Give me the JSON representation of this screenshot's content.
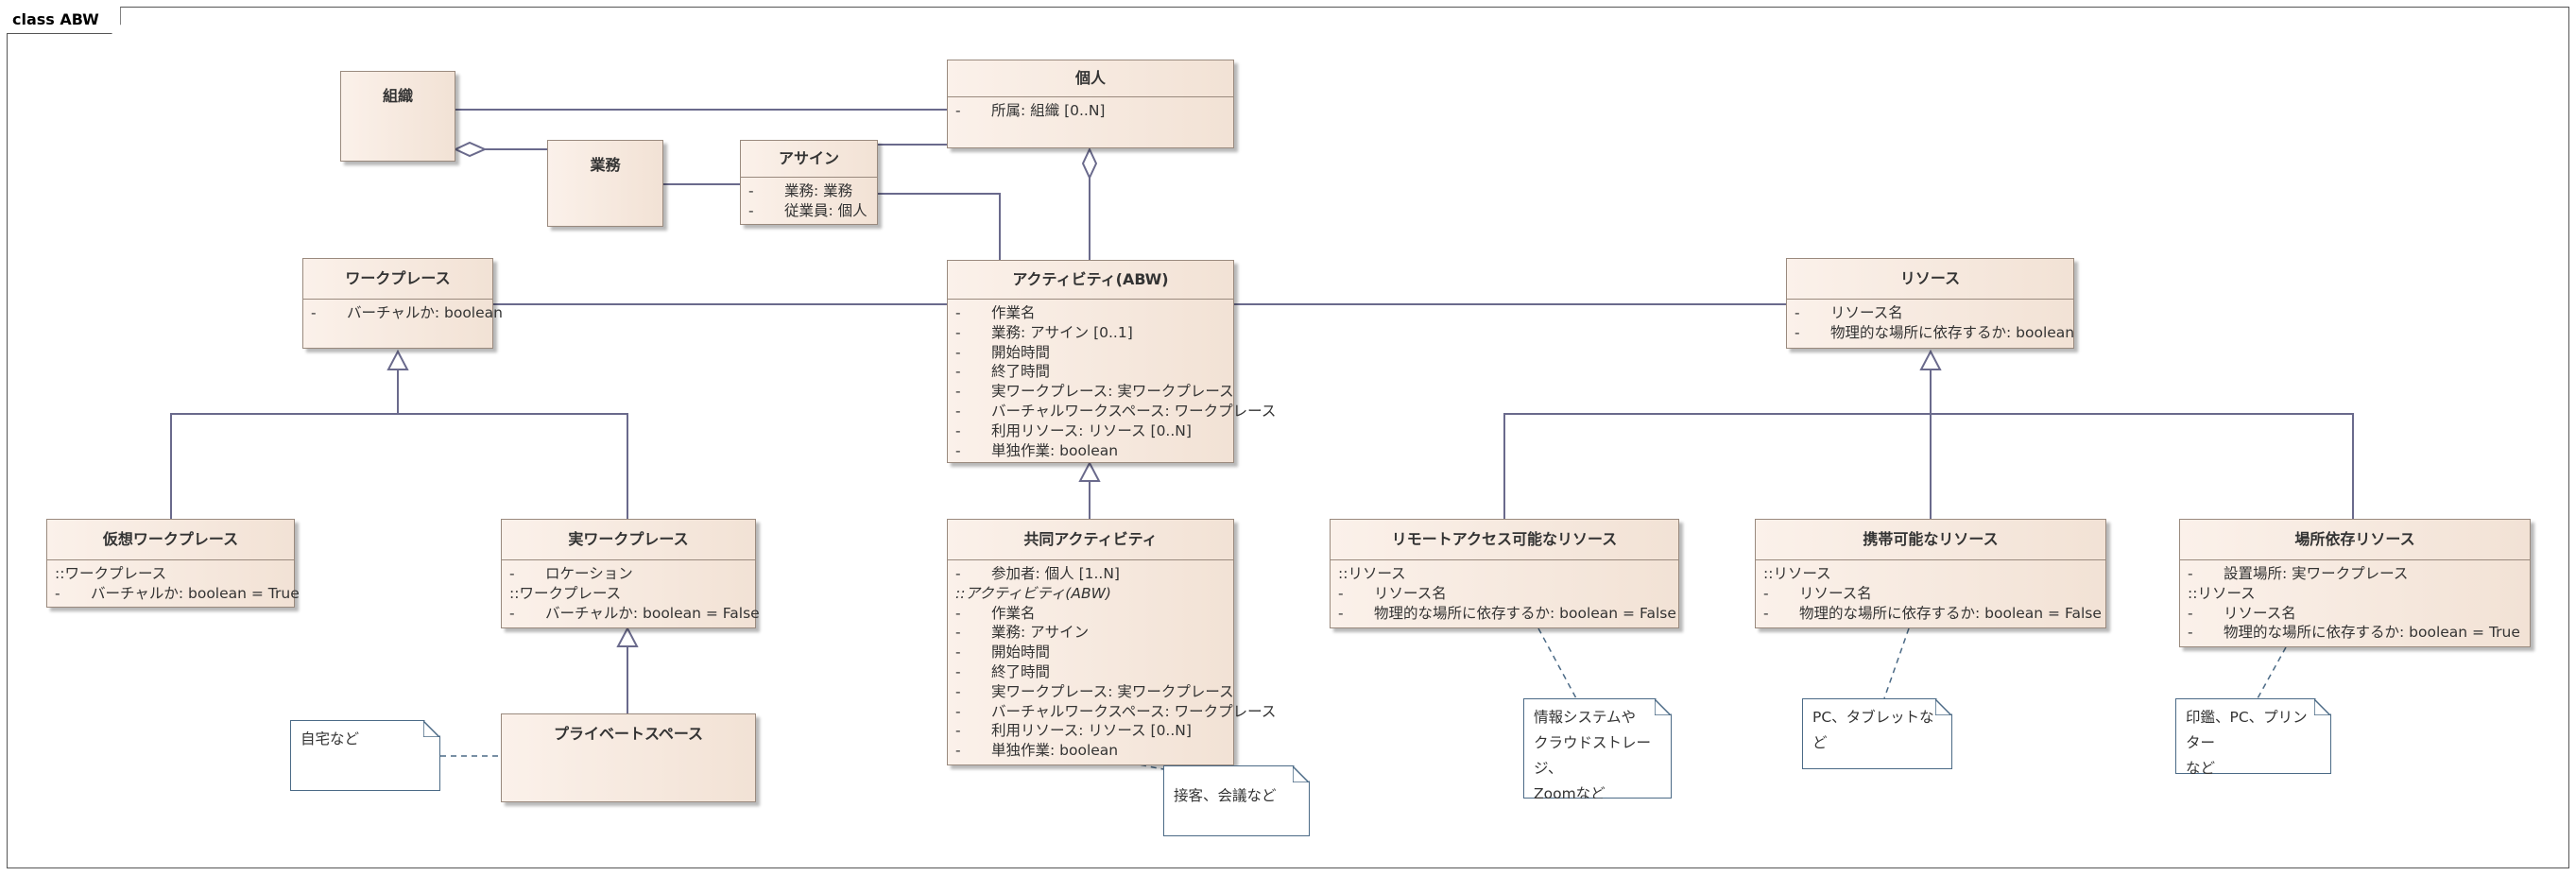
{
  "diagram": {
    "frame_label": "class ABW",
    "classes": {
      "soshiki": {
        "name": "組織",
        "attrs": []
      },
      "kojin": {
        "name": "個人",
        "attrs": [
          {
            "v": "-",
            "t": "所属: 組織 [0..N]"
          }
        ]
      },
      "gyomu": {
        "name": "業務",
        "attrs": []
      },
      "assign": {
        "name": "アサイン",
        "attrs": [
          {
            "v": "-",
            "t": "業務: 業務"
          },
          {
            "v": "-",
            "t": "従業員: 個人"
          }
        ]
      },
      "workplace": {
        "name": "ワークプレース",
        "attrs": [
          {
            "v": "-",
            "t": "バーチャルか: boolean"
          }
        ]
      },
      "activity": {
        "name": "アクティビティ(ABW)",
        "attrs": [
          {
            "v": "-",
            "t": "作業名"
          },
          {
            "v": "-",
            "t": "業務: アサイン [0..1]"
          },
          {
            "v": "-",
            "t": "開始時間"
          },
          {
            "v": "-",
            "t": "終了時間"
          },
          {
            "v": "-",
            "t": "実ワークプレース: 実ワークプレース"
          },
          {
            "v": "-",
            "t": "バーチャルワークスペース: ワークプレース"
          },
          {
            "v": "-",
            "t": "利用リソース: リソース [0..N]"
          },
          {
            "v": "-",
            "t": "単独作業: boolean"
          }
        ]
      },
      "resource": {
        "name": "リソース",
        "attrs": [
          {
            "v": "-",
            "t": "リソース名"
          },
          {
            "v": "-",
            "t": "物理的な場所に依存するか: boolean"
          }
        ]
      },
      "virtual_wp": {
        "name": "仮想ワークプレース",
        "attrs": [
          {
            "base": "::ワークプレース"
          },
          {
            "v": "-",
            "t": "バーチャルか: boolean = True"
          }
        ]
      },
      "real_wp": {
        "name": "実ワークプレース",
        "attrs": [
          {
            "v": "-",
            "t": "ロケーション"
          },
          {
            "base": "::ワークプレース"
          },
          {
            "v": "-",
            "t": "バーチャルか: boolean = False"
          }
        ]
      },
      "private_space": {
        "name": "プライベートスペース",
        "attrs": []
      },
      "joint_activity": {
        "name": "共同アクティビティ",
        "attrs": [
          {
            "v": "-",
            "t": "参加者: 個人 [1..N]"
          },
          {
            "base": "::アクティビティ(ABW)",
            "italic": true
          },
          {
            "v": "-",
            "t": "作業名"
          },
          {
            "v": "-",
            "t": "業務: アサイン"
          },
          {
            "v": "-",
            "t": "開始時間"
          },
          {
            "v": "-",
            "t": "終了時間"
          },
          {
            "v": "-",
            "t": "実ワークプレース: 実ワークプレース"
          },
          {
            "v": "-",
            "t": "バーチャルワークスペース: ワークプレース"
          },
          {
            "v": "-",
            "t": "利用リソース: リソース [0..N]"
          },
          {
            "v": "-",
            "t": "単独作業: boolean"
          }
        ]
      },
      "remote_res": {
        "name": "リモートアクセス可能なリソース",
        "attrs": [
          {
            "base": "::リソース"
          },
          {
            "v": "-",
            "t": "リソース名"
          },
          {
            "v": "-",
            "t": "物理的な場所に依存するか: boolean = False"
          }
        ]
      },
      "portable_res": {
        "name": "携帯可能なリソース",
        "attrs": [
          {
            "base": "::リソース"
          },
          {
            "v": "-",
            "t": "リソース名"
          },
          {
            "v": "-",
            "t": "物理的な場所に依存するか: boolean = False"
          }
        ]
      },
      "place_res": {
        "name": "場所依存リソース",
        "attrs": [
          {
            "v": "-",
            "t": "設置場所: 実ワークプレース"
          },
          {
            "base": "::リソース"
          },
          {
            "v": "-",
            "t": "リソース名"
          },
          {
            "v": "-",
            "t": "物理的な場所に依存するか: boolean = True"
          }
        ]
      }
    },
    "notes": {
      "home": "自宅など",
      "meeting": "接客、会議など",
      "remote": "情報システムや\nクラウドストレージ、\nZoomなど",
      "portable": "PC、タブレットなど",
      "place": "印鑑、PC、プリンター\nなど"
    },
    "colors": {
      "line": "#6a6a8c",
      "note_border": "#4b6a86",
      "class_border": "#9a8a7e",
      "class_fill": "#f6e9df"
    }
  }
}
